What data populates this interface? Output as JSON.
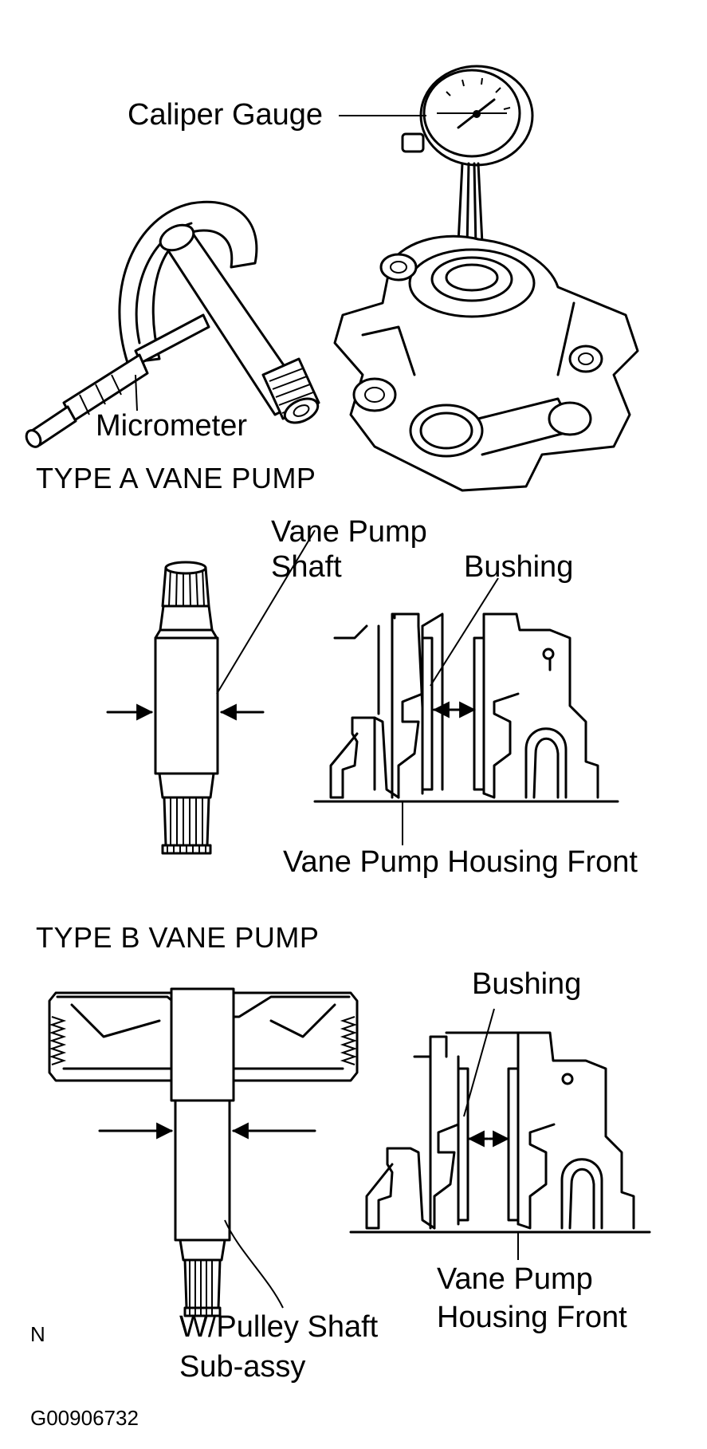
{
  "labels": {
    "caliper_gauge": "Caliper Gauge",
    "micrometer": "Micrometer",
    "type_a_header": "TYPE A VANE PUMP",
    "vane_pump_shaft_line1": "Vane Pump",
    "vane_pump_shaft_line2": "Shaft",
    "bushing_a": "Bushing",
    "housing_front_a": "Vane Pump Housing Front",
    "type_b_header": "TYPE B VANE PUMP",
    "bushing_b": "Bushing",
    "housing_front_b_line1": "Vane Pump",
    "housing_front_b_line2": "Housing Front",
    "pulley_shaft_line1": "W/Pulley Shaft",
    "pulley_shaft_line2": "Sub-assy",
    "corner_mark": "N",
    "figure_id": "G00906732"
  }
}
